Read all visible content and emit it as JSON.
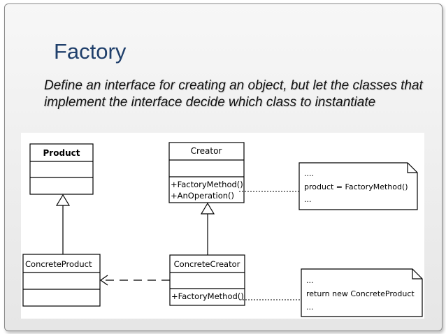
{
  "slide": {
    "title": "Factory",
    "subtitle": "Define an interface for creating an object, but let the classes that implement the interface decide which class to instantiate"
  },
  "diagram": {
    "product": {
      "name": "Product"
    },
    "creator": {
      "name": "Creator",
      "op1": "+FactoryMethod()",
      "op2": "+AnOperation()"
    },
    "concrete_product": {
      "name": "ConcreteProduct"
    },
    "concrete_creator": {
      "name": "ConcreteCreator",
      "op1": "+FactoryMethod()"
    },
    "note1": {
      "line1": "....",
      "line2": "product = FactoryMethod()",
      "line3": "..."
    },
    "note2": {
      "line1": "...",
      "line2": "return new ConcreteProduct",
      "line3": "..."
    }
  }
}
